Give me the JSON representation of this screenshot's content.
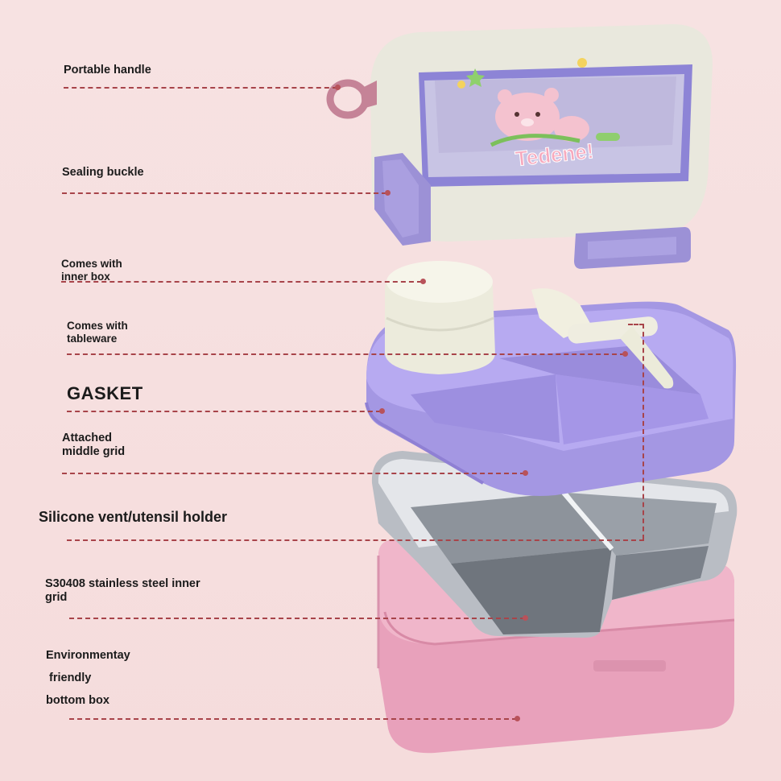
{
  "labels": {
    "portable_handle": "Portable handle",
    "sealing_buckle": "Sealing buckle",
    "inner_box": "Comes with\ninner box",
    "tableware": "Comes with\ntableware",
    "gasket": "GASKET",
    "middle_grid": "Attached\nmiddle grid",
    "silicone_vent": "Silicone vent/utensil holder",
    "inner_grid": "S30408 stainless steel inner\ngrid",
    "bottom_box_1": "Environmentay",
    "bottom_box_2": "friendly",
    "bottom_box_3": "bottom box"
  },
  "lid_sticker_text": "Tedene!",
  "colors": {
    "background": "#f6dede",
    "lid": "#ecebe0",
    "buckle": "#9a8fd8",
    "tray": "#a99be6",
    "bottom_box": "#e9a4bd",
    "steel": "#c9cdd2",
    "leader_line": "#a8444a"
  }
}
